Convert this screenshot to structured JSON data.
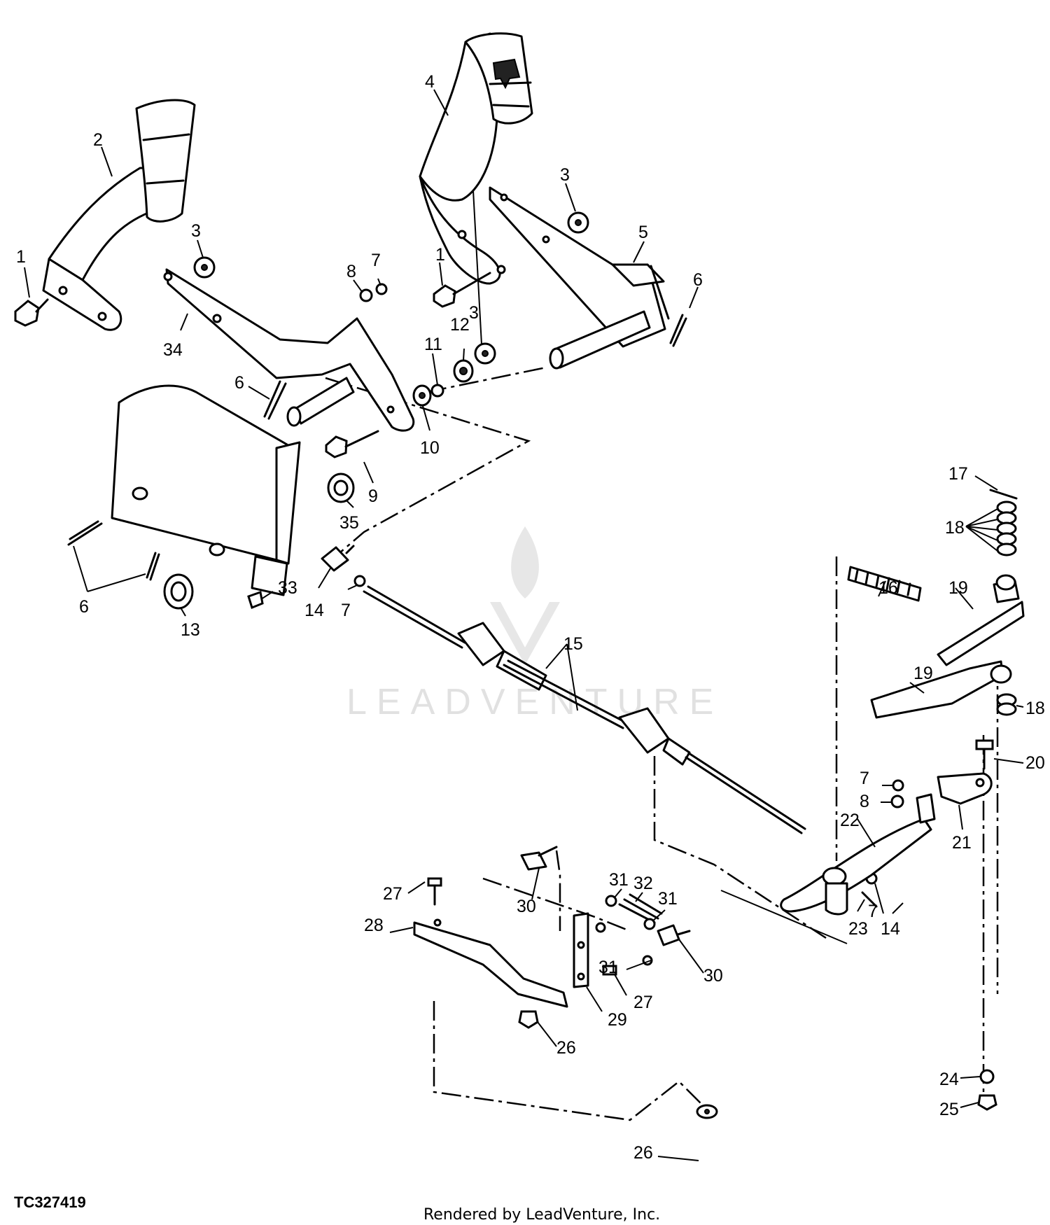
{
  "diagram": {
    "figure_code": "TC327419",
    "credit": "Rendered by LeadVenture, Inc.",
    "watermark": "LEADVENTURE",
    "callouts": {
      "c1a": "1",
      "c1b": "1",
      "c2": "2",
      "c3a": "3",
      "c3b": "3",
      "c3c": "3",
      "c4": "4",
      "c5": "5",
      "c6a": "6",
      "c6b": "6",
      "c6c": "6",
      "c7a": "7",
      "c7b": "7",
      "c7c": "7",
      "c7d": "7",
      "c8a": "8",
      "c8b": "8",
      "c9": "9",
      "c10": "10",
      "c11": "11",
      "c12": "12",
      "c13": "13",
      "c14a": "14",
      "c14b": "14",
      "c15": "15",
      "c16": "16",
      "c17": "17",
      "c18a": "18",
      "c18b": "18",
      "c19a": "19",
      "c19b": "19",
      "c20": "20",
      "c21": "21",
      "c22": "22",
      "c23": "23",
      "c24": "24",
      "c25": "25",
      "c26a": "26",
      "c26b": "26",
      "c27a": "27",
      "c27b": "27",
      "c28": "28",
      "c29": "29",
      "c30a": "30",
      "c30b": "30",
      "c31a": "31",
      "c31b": "31",
      "c31c": "31",
      "c32": "32",
      "c33": "33",
      "c34": "34",
      "c35": "35"
    }
  }
}
